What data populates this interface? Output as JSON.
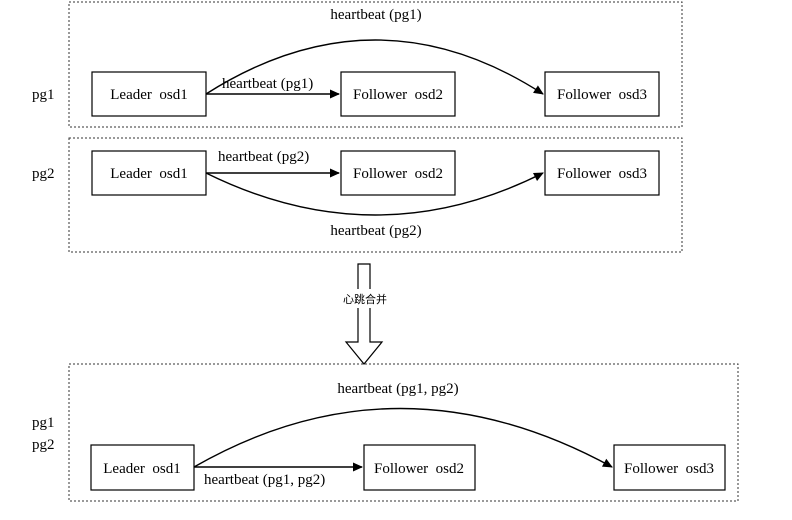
{
  "groups": [
    {
      "side_label": [
        "pg1"
      ],
      "top_label": "heartbeat (pg1)",
      "bottom_label": "",
      "direct_label": "heartbeat (pg1)",
      "nodes": {
        "leader": "Leader  osd1",
        "follower2": "Follower  osd2",
        "follower3": "Follower  osd3"
      }
    },
    {
      "side_label": [
        "pg2"
      ],
      "top_label": "",
      "bottom_label": "heartbeat (pg2)",
      "direct_label": "heartbeat (pg2)",
      "nodes": {
        "leader": "Leader  osd1",
        "follower2": "Follower  osd2",
        "follower3": "Follower  osd3"
      }
    },
    {
      "side_label": [
        "pg1",
        "pg2"
      ],
      "top_label": "heartbeat (pg1, pg2)",
      "bottom_label": "",
      "direct_label": "heartbeat (pg1, pg2)",
      "nodes": {
        "leader": "Leader  osd1",
        "follower2": "Follower  osd2",
        "follower3": "Follower  osd3"
      }
    }
  ],
  "transition_label": "心跳合并"
}
